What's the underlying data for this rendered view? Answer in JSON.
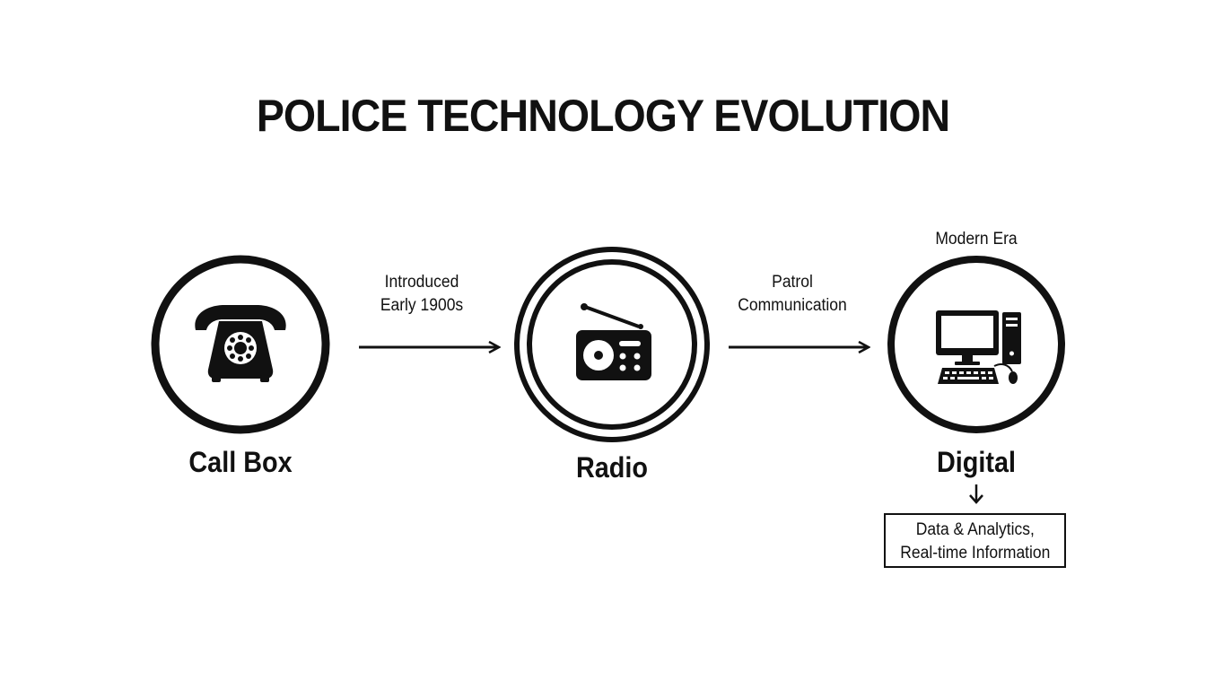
{
  "diagram": {
    "title": "POLICE TECHNOLOGY EVOLUTION",
    "stages": [
      {
        "label": "Call Box",
        "icon": "rotary-telephone-icon"
      },
      {
        "label": "Radio",
        "icon": "radio-icon"
      },
      {
        "label": "Digital",
        "icon": "desktop-computer-icon",
        "top_note": "Modern Era"
      }
    ],
    "transitions": [
      {
        "line1": "Introduced",
        "line2": "Early 1900s"
      },
      {
        "line1": "Patrol",
        "line2": "Communication"
      }
    ],
    "detail_box": {
      "line1": "Data & Analytics,",
      "line2": "Real-time Information"
    },
    "colors": {
      "ink": "#111111",
      "background": "#ffffff"
    }
  }
}
